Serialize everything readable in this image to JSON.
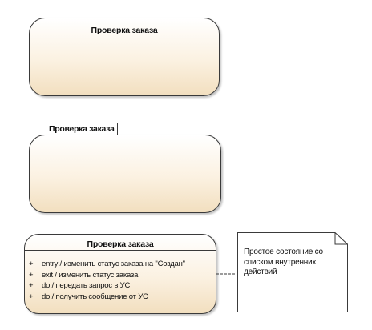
{
  "states": [
    {
      "title": "Проверка заказа"
    },
    {
      "title": "Проверка заказа"
    },
    {
      "title": "Проверка заказа",
      "activities": [
        {
          "marker": "+",
          "text": "entry / изменить статус заказа на \"Создан\""
        },
        {
          "marker": "+",
          "text": "exit / изменить статус заказа"
        },
        {
          "marker": "+",
          "text": "do / передать запрос в УС"
        },
        {
          "marker": "+",
          "text": "do / получить сообщение от УС"
        }
      ]
    }
  ],
  "note": {
    "text": "Простое состояние со списком внутренних действий"
  },
  "colors": {
    "state_fill_top": "#ffffff",
    "state_fill_bottom": "#f2dfbf",
    "border": "#3a3a3a",
    "note_fill": "#ffffff"
  }
}
